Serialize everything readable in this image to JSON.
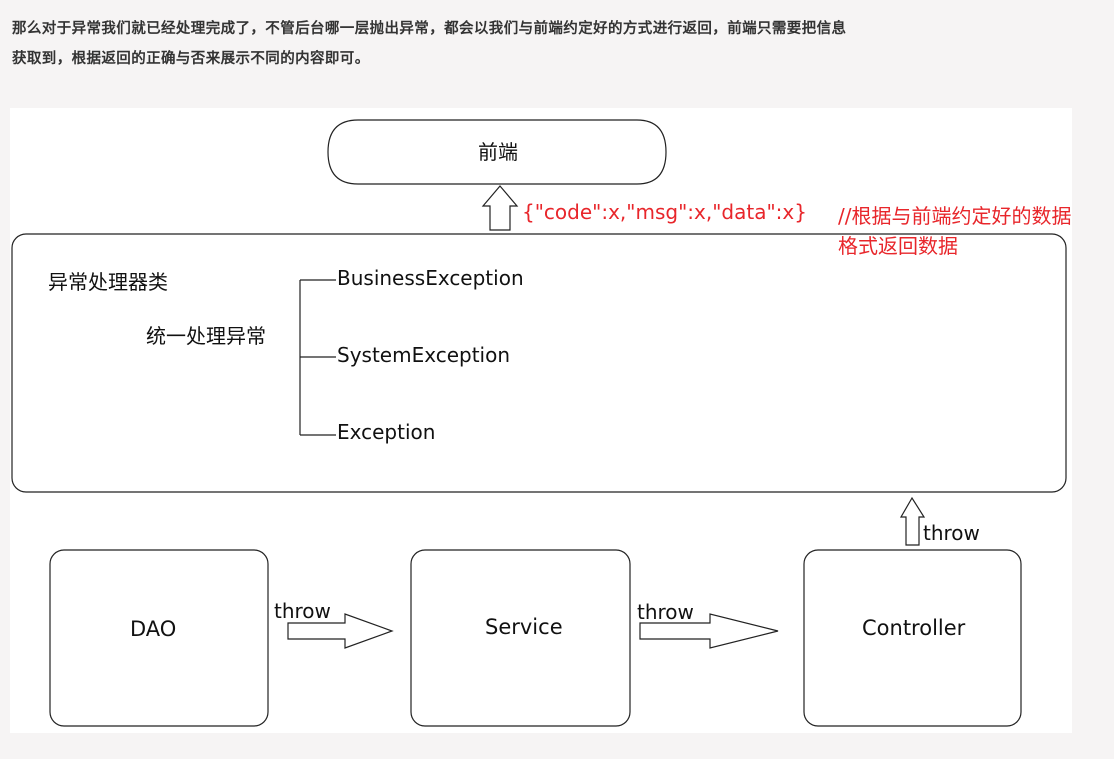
{
  "intro": {
    "line1": "那么对于异常我们就已经处理完成了，不管后台哪一层抛出异常，都会以我们与前端约定好的方式进行返回，前端只需要把信息",
    "line2": "获取到，根据返回的正确与否来展示不同的内容即可。"
  },
  "diagram": {
    "frontend": "前端",
    "response_format": "{\"code\":x,\"msg\":x,\"data\":x}",
    "comment_line1": "//根据与前端约定好的数据",
    "comment_line2": "格式返回数据",
    "handler_title": "异常处理器类",
    "handler_subtitle": "统一处理异常",
    "exceptions": [
      "BusinessException",
      "SystemException",
      "Exception"
    ],
    "layers": [
      "DAO",
      "Service",
      "Controller"
    ],
    "throw_label": "throw",
    "colors": {
      "comment": "#e8262b",
      "stroke": "#222222"
    }
  }
}
